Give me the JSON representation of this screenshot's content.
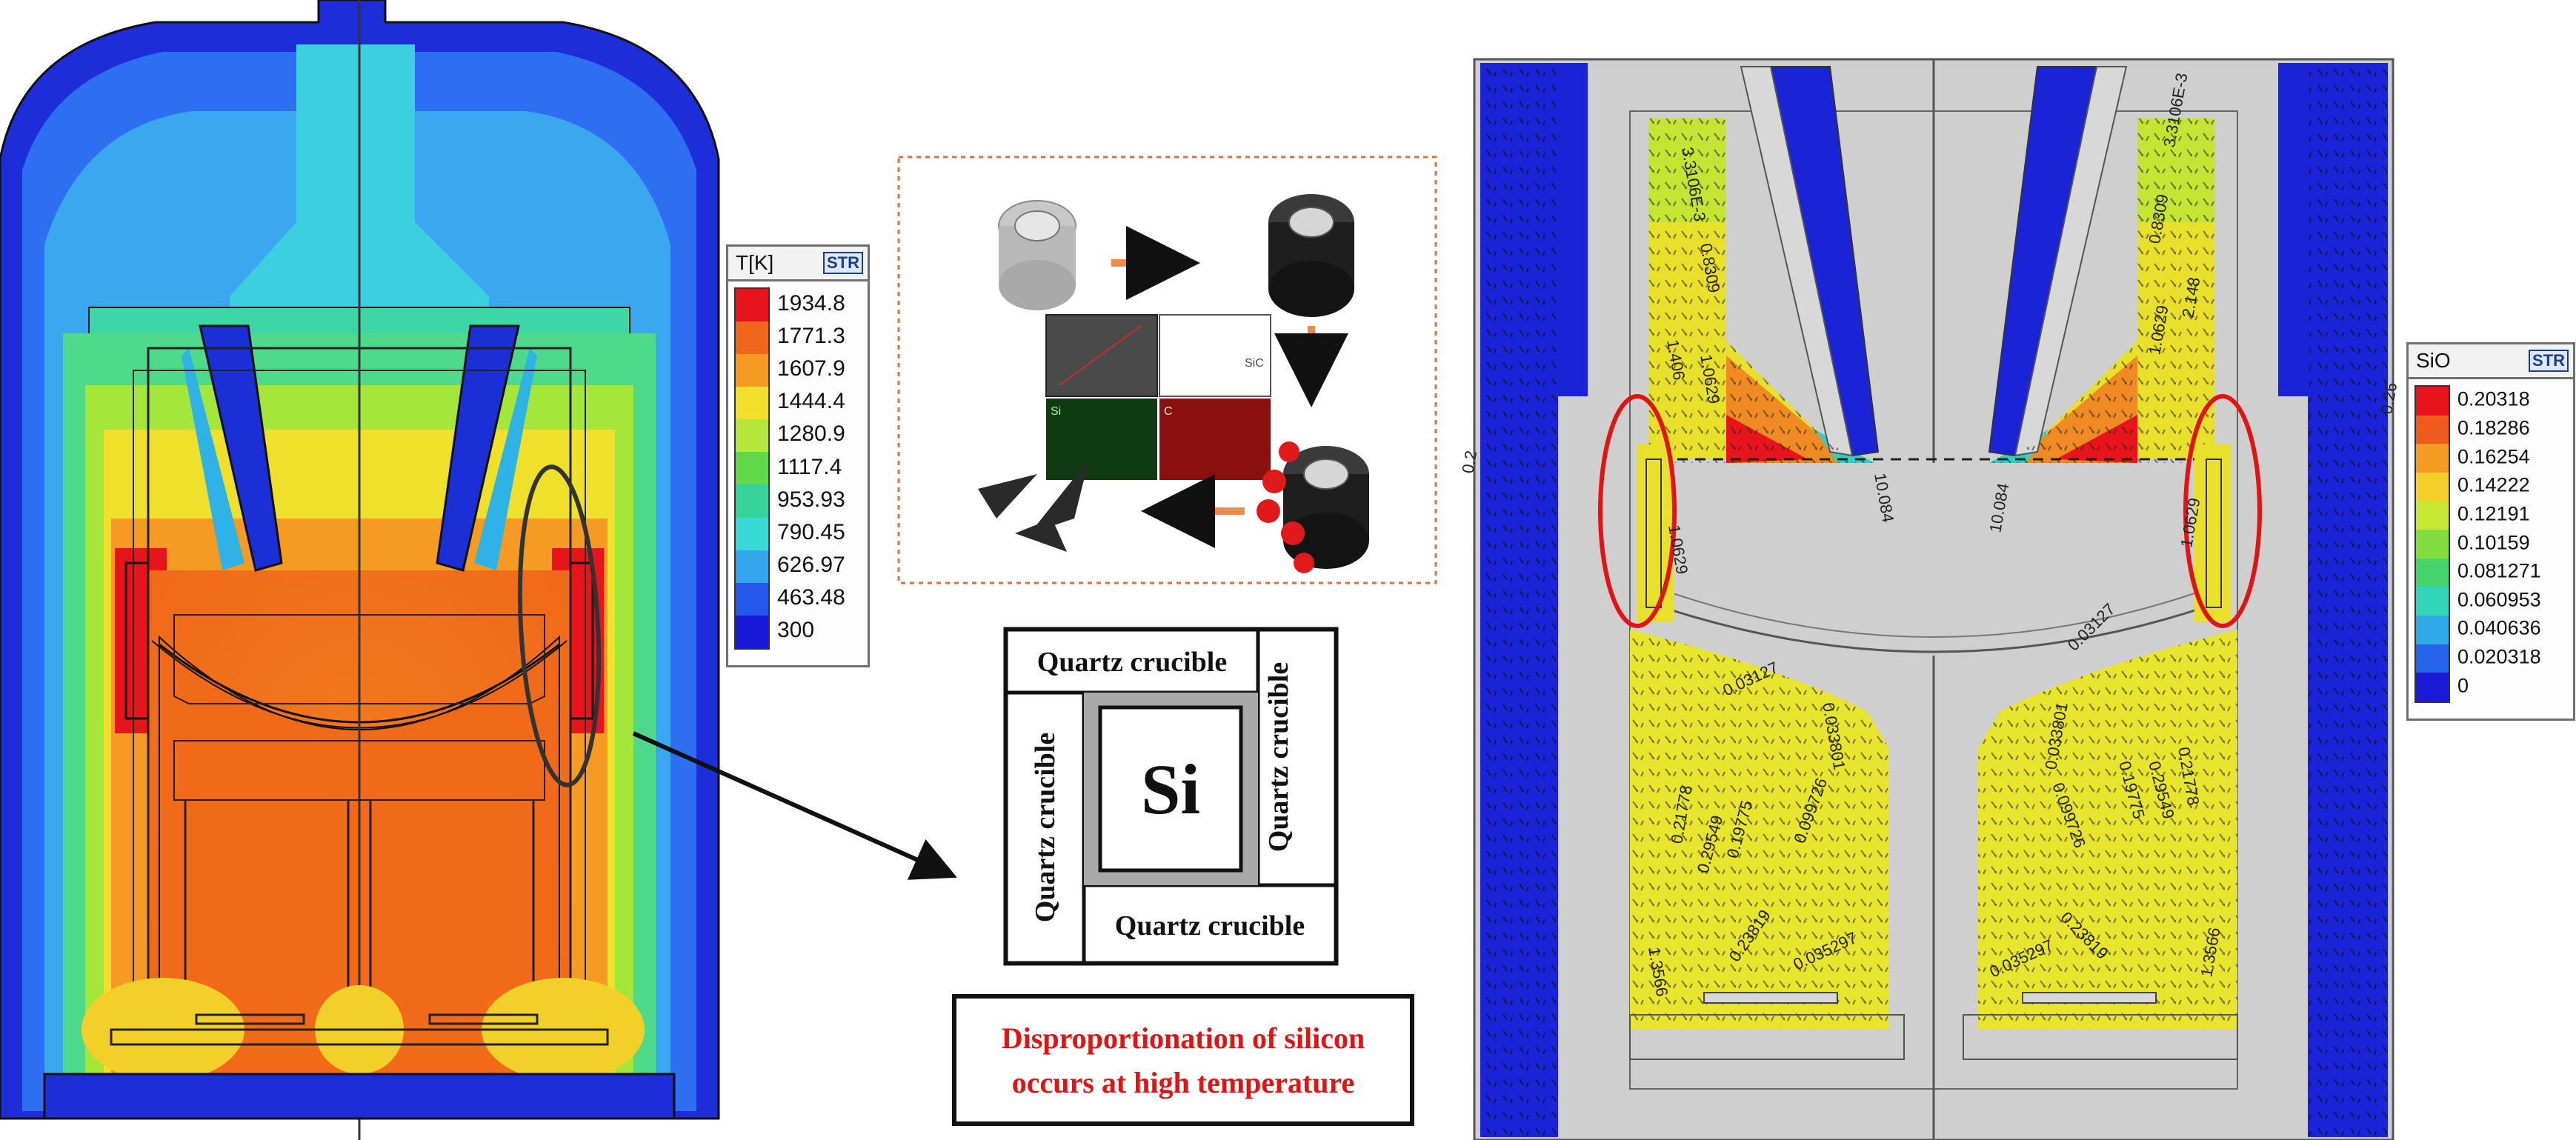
{
  "temperature_legend": {
    "title": "T[K]",
    "logo": "STR",
    "values": [
      "1934.8",
      "1771.3",
      "1607.9",
      "1444.4",
      "1280.9",
      "1117.4",
      "953.93",
      "790.45",
      "626.97",
      "463.48",
      "300"
    ],
    "colors": [
      "#e8141b",
      "#f0671c",
      "#f59a23",
      "#f1df2a",
      "#b5e83a",
      "#5fd84a",
      "#38d39a",
      "#39d9d6",
      "#33a6ee",
      "#2457ec",
      "#1818d8"
    ]
  },
  "sio_legend": {
    "title": "SiO",
    "logo": "STR",
    "values": [
      "0.20318",
      "0.18286",
      "0.16254",
      "0.14222",
      "0.12191",
      "0.10159",
      "0.081271",
      "0.060953",
      "0.040636",
      "0.020318",
      "0"
    ],
    "colors": [
      "#e8141b",
      "#f05a1c",
      "#f59a23",
      "#f3cf2a",
      "#c9e833",
      "#83dd3f",
      "#45d36b",
      "#33d6b9",
      "#2fa9e8",
      "#2463ea",
      "#1a1ad6"
    ]
  },
  "quartz_diagram": {
    "center_label": "Si",
    "side_label": "Quartz crucible"
  },
  "caption": {
    "line1": "Disproportionation of silicon",
    "line2": "occurs at high temperature"
  },
  "sio_contour_labels": {
    "left_side": [
      "3.3106E-3",
      "0.8309",
      "1.0629",
      "1.406",
      "1.0629",
      "1.3566"
    ],
    "right_side": [
      "3.3106E-3",
      "0.8309",
      "1.0629",
      "2.148",
      "1.0629",
      "1.3566"
    ],
    "melt_left": [
      "0.03127",
      "0.033801",
      "0.21778",
      "0.29549",
      "0.19775",
      "0.23819",
      "0.099726",
      "0.035297"
    ],
    "melt_right": [
      "0.03127",
      "0.033801",
      "0.21778",
      "0.29549",
      "0.19775",
      "0.23819",
      "0.099726",
      "0.035297"
    ],
    "gap": [
      "10.084",
      "10.084"
    ],
    "edges": [
      "0.2",
      "0.26"
    ]
  },
  "sem_panel": {
    "labels": [
      "Si",
      "C",
      "SiC"
    ]
  }
}
